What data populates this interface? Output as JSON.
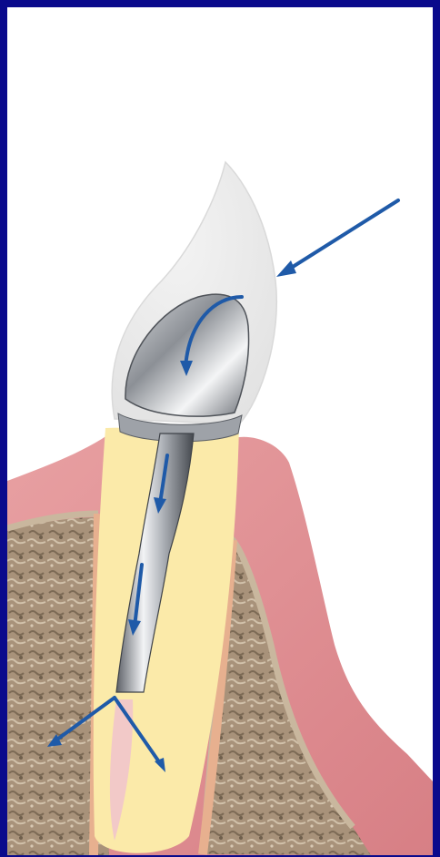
{
  "figure": {
    "subject": "tooth-with-post-and-core",
    "colors": {
      "border": "#0a0a8c",
      "background": "#ffffff",
      "crown": "#e6e6e6",
      "gum": "#e59a9c",
      "gum_dark": "#d47a80",
      "bone": "#a58f74",
      "bone_light": "#c7b59d",
      "root": "#fbe9a8",
      "pulp": "#f2c7c7",
      "metal_light": "#f4f4f4",
      "metal_dark": "#5e6268",
      "arrow": "#1f5aa8"
    },
    "arrows": [
      {
        "name": "force-arrow-incoming",
        "direction": "down-left"
      },
      {
        "name": "core-curve-arrow",
        "direction": "curved-down"
      },
      {
        "name": "post-arrow-upper",
        "direction": "down"
      },
      {
        "name": "post-arrow-lower",
        "direction": "down"
      },
      {
        "name": "apex-arrow-left",
        "direction": "down-left"
      },
      {
        "name": "apex-arrow-right",
        "direction": "down-right"
      }
    ]
  }
}
